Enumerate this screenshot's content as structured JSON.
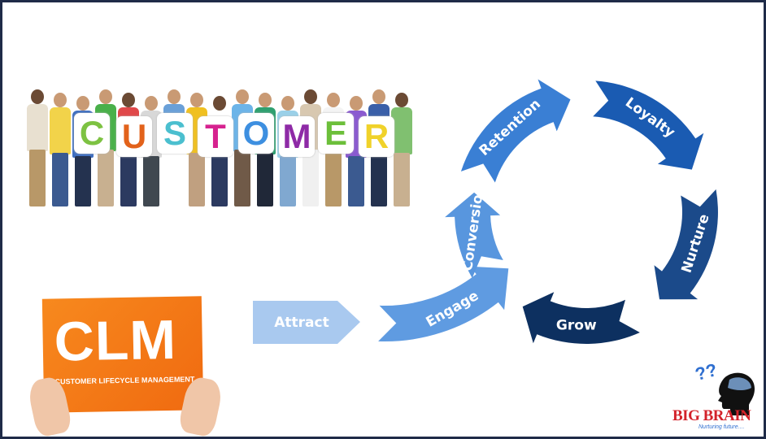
{
  "banner_letters": [
    {
      "char": "C",
      "color": "#7dc242"
    },
    {
      "char": "U",
      "color": "#e2621b"
    },
    {
      "char": "S",
      "color": "#4bbfcf"
    },
    {
      "char": "T",
      "color": "#d6228f"
    },
    {
      "char": "O",
      "color": "#3d8fe0"
    },
    {
      "char": "M",
      "color": "#8e2aa6"
    },
    {
      "char": "E",
      "color": "#6cbf3a"
    },
    {
      "char": "R",
      "color": "#f0d22a"
    }
  ],
  "clm_card": {
    "title": "CLM",
    "subtitle": "CUSTOMER LIFECYCLE MANAGEMENT"
  },
  "stages": {
    "attract": {
      "label": "Attract",
      "color": "#a9c9ef"
    },
    "engage": {
      "label": "Engage",
      "color": "#5f9be1"
    },
    "conversion": {
      "label": "Conversion",
      "color": "#5896de"
    },
    "retention": {
      "label": "Retention",
      "color": "#3a7fd4"
    },
    "loyalty": {
      "label": "Loyalty",
      "color": "#1a5bb2"
    },
    "nurture": {
      "label": "Nurture",
      "color": "#1b4a8a"
    },
    "grow": {
      "label": "Grow",
      "color": "#0d3060"
    }
  },
  "logo": {
    "name": "BIG BRAIN",
    "tagline": "Nurturing future....",
    "mark": "??"
  }
}
